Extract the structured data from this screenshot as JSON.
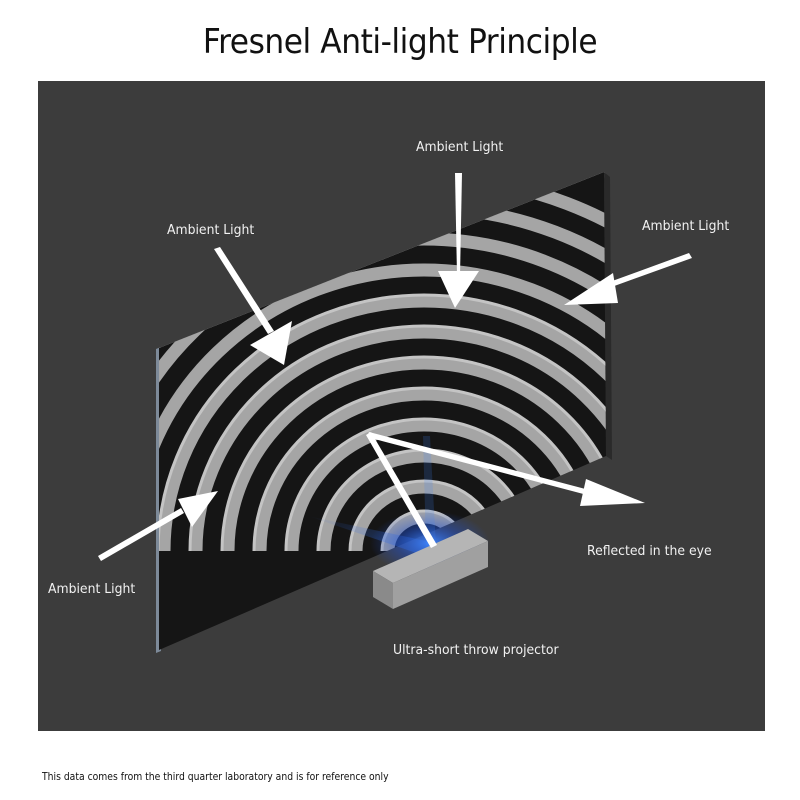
{
  "title": "Fresnel Anti-light Principle",
  "labels": {
    "ambient_top": "Ambient Light",
    "ambient_left_upper": "Ambient Light",
    "ambient_right": "Ambient Light",
    "ambient_left_lower": "Ambient Light",
    "reflected": "Reflected in the eye",
    "projector": "Ultra-short throw projector"
  },
  "footer": "This data comes from the third quarter laboratory and is for reference only",
  "colors": {
    "background": "#3c3c3c",
    "screen": "#151515",
    "ridges": "#a5a5a5",
    "arrows": "#ffffff",
    "projector_beam": "#2b6cff"
  }
}
